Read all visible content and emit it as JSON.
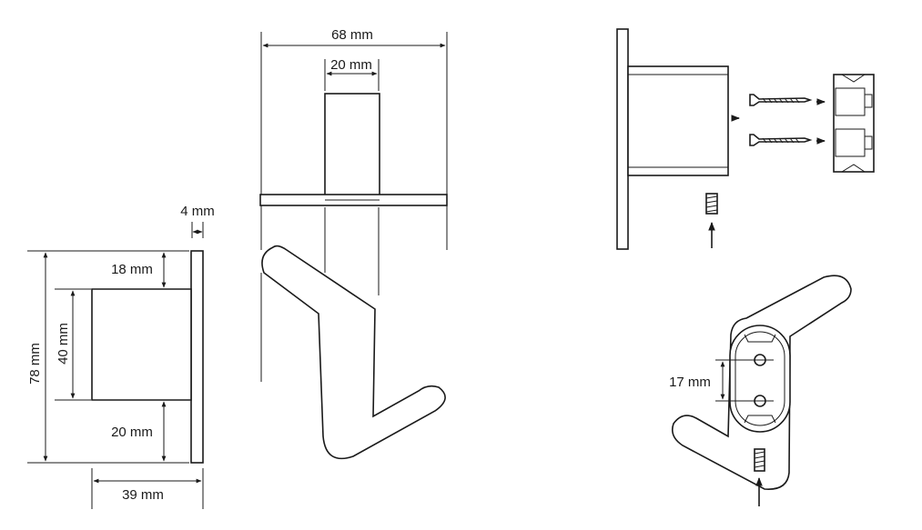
{
  "dimensions": {
    "top_width": "68 mm",
    "top_stem": "20 mm",
    "plate_thickness": "4 mm",
    "top_gap": "18 mm",
    "block_height": "40 mm",
    "total_height": "78 mm",
    "bottom_gap": "20 mm",
    "depth": "39 mm",
    "hole_spacing": "17 mm"
  },
  "colors": {
    "line": "#1a1a1a",
    "background": "#ffffff"
  },
  "icons": [
    "screw-icon",
    "wall-plug-icon",
    "arrow-icon",
    "grub-screw-icon"
  ]
}
